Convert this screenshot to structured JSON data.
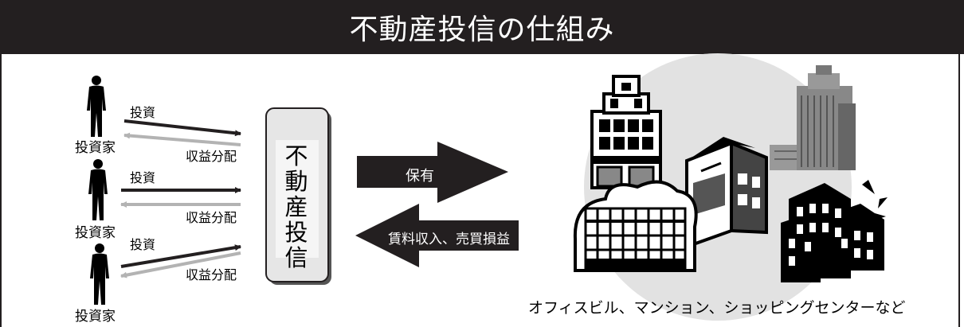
{
  "title": "不動産投信の仕組み",
  "investors": [
    {
      "label": "投資家",
      "invest_label": "投資",
      "dividend_label": "収益分配"
    },
    {
      "label": "投資家",
      "invest_label": "投資",
      "dividend_label": "収益分配"
    },
    {
      "label": "投資家",
      "invest_label": "投資",
      "dividend_label": "収益分配"
    }
  ],
  "reit": {
    "chars": [
      "不",
      "動",
      "産",
      "投",
      "信"
    ]
  },
  "flows": {
    "hold": "保有",
    "income": "賃料収入、売買損益"
  },
  "properties_caption": "オフィスビル、マンション、ショッピングセンターなど",
  "colors": {
    "title_bg": "#231f20",
    "dark_arrow": "#231f20",
    "light_arrow": "#b3b3b3",
    "circle": "#e2e2e2",
    "reit_box": "#e6e6e6"
  },
  "icons": [
    "person-icon",
    "retail-building-icon",
    "skyscraper-icon",
    "office-building-icon",
    "historic-building-icon",
    "apartment-buildings-icon"
  ]
}
